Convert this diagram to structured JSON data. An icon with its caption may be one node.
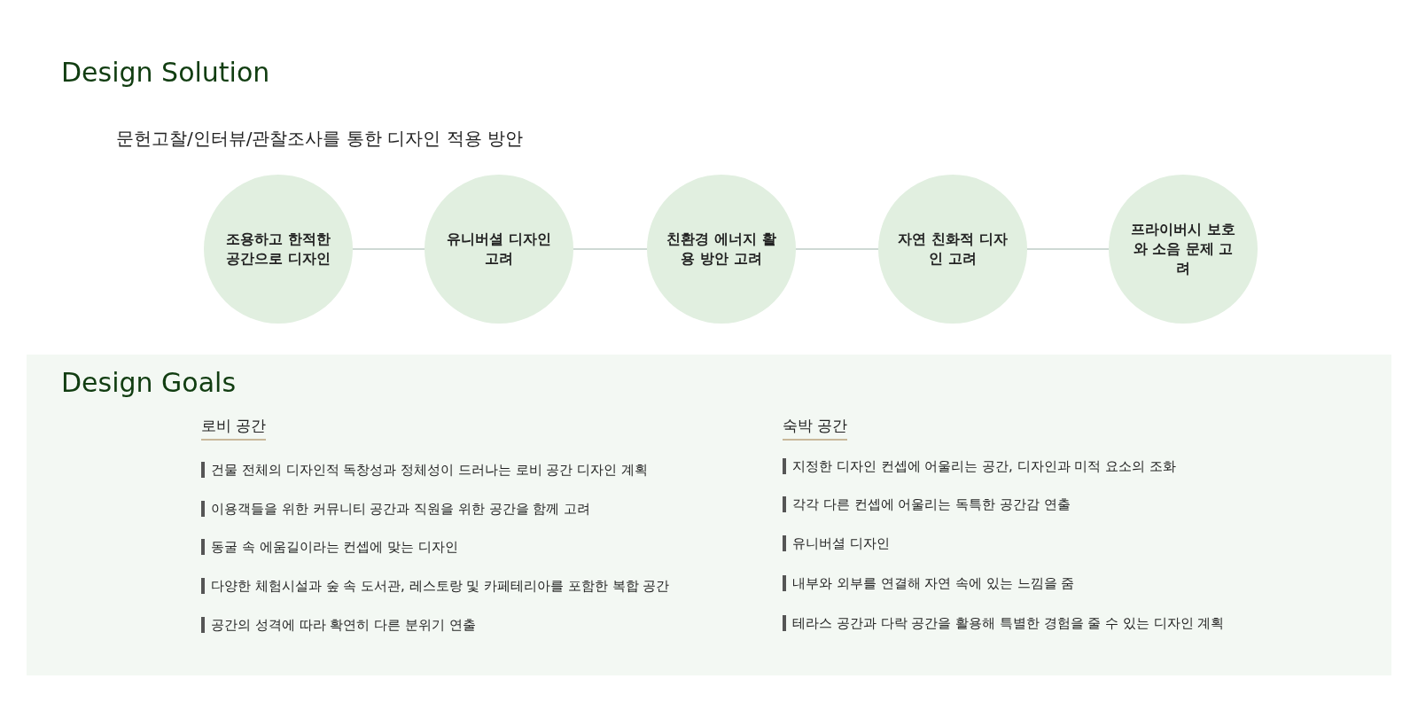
{
  "diagram": {
    "title": "Design Solution",
    "nodes": [
      {
        "text": [
          "조용하고 한적한 공간으로 디자인"
        ]
      },
      {
        "text": [
          "유니버셜 디자인 고려"
        ]
      },
      {
        "text": [
          "친환경 에너지 활용 방안 고려"
        ]
      },
      {
        "text": [
          "자연 친화적 디자인 고려"
        ]
      },
      {
        "text": [
          "프라이버시 보호와 소음 문제 고려"
        ]
      },
      {
        "text": [
          "Design Goals"
        ]
      }
    ],
    "edges": [
      {
        "from": 0,
        "to": 1,
        "arrow": "none"
      },
      {
        "from": 1,
        "to": 2,
        "arrow": "none"
      },
      {
        "from": 2,
        "to": 3,
        "arrow": "none"
      },
      {
        "from": 3,
        "to": 4,
        "arrow": "none"
      }
    ],
    "labels": [
      "문헌고찰/인터뷰/관찰조사를 통한 디자인 적용 방안",
      "로비 공간",
      "건물 전체의 디자인적 독창성과 정체성이 드러나는 로비 공간 디자인 계획",
      "이용객들을 위한 커뮤니티 공간과 직원을 위한 공간을 함께 고려",
      "동굴 속 에움길이라는 컨셉에 맞는 디자인",
      "다양한 체험시설과 숲 속 도서관, 레스토랑 및 카페테리아를 포함한 복합 공간",
      "공간의 성격에 따라 확연히 다른 분위기 연출",
      "숙박 공간",
      "지정한 디자인 컨셉에 어울리는 공간, 디자인과 미적 요소의 조화",
      "각각 다른 컨셉에 어울리는 독특한 공간감 연출",
      "유니버셜 디자인",
      "내부와 외부를 연결해 자연 속에 있는 느낌을 줌",
      "테라스 공간과 다락 공간을 활용해 특별한 경험을 줄 수 있는 디자인 계획"
    ]
  }
}
